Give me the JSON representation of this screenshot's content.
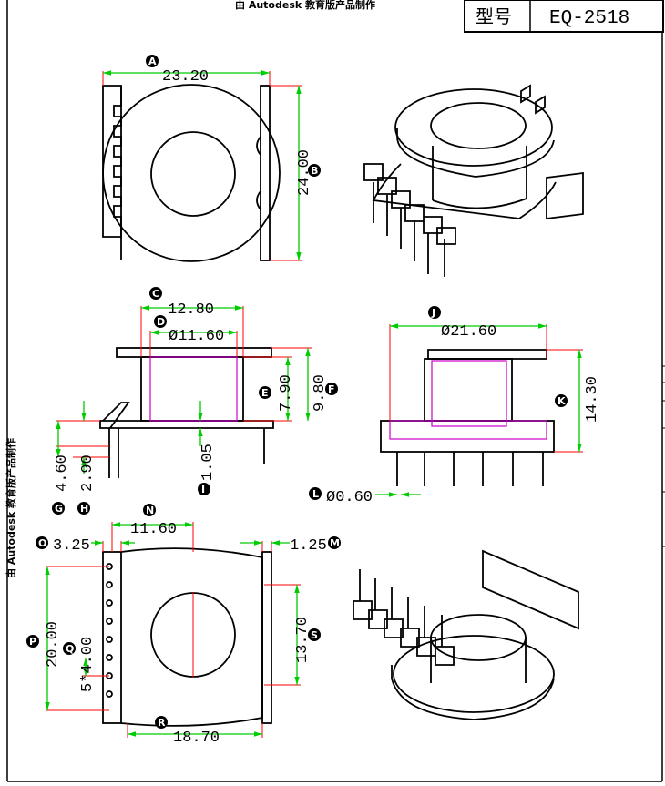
{
  "watermark": "由 Autodesk 教育版产品制作",
  "title_block": {
    "label": "型号",
    "model": "EQ-2518"
  },
  "dimensions": {
    "A": "23.20",
    "B": "24.00",
    "C": "12.80",
    "D": "Ø11.60",
    "E": "7.90",
    "F": "9.80",
    "G": "4.60",
    "H": "2.90",
    "I": "1.05",
    "J": "Ø21.60",
    "K": "14.30",
    "L": "Ø0.60",
    "M": "1.25",
    "N": "11.60",
    "O": "3.25",
    "P": "20.00",
    "Q": "5*4.00",
    "R": "18.70",
    "S": "13.70"
  },
  "colors": {
    "dimension_line": "#00cc00",
    "extension_line": "#ff0000",
    "inner_feature": "#cc00cc",
    "outline": "#000000"
  }
}
